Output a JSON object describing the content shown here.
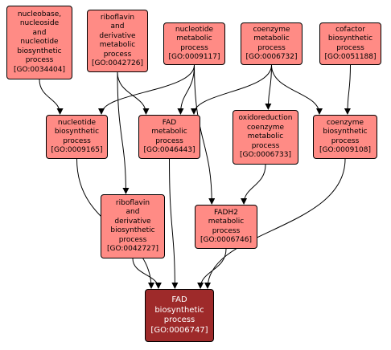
{
  "nodes": [
    {
      "key": "go0034404",
      "label": "nucleobase,\nnucleoside\nand\nnucleotide\nbiosynthetic\nprocess\n[GO:0034404]"
    },
    {
      "key": "go0042726",
      "label": "riboflavin\nand\nderivative\nmetabolic\nprocess\n[GO:0042726]"
    },
    {
      "key": "go0009117",
      "label": "nucleotide\nmetabolic\nprocess\n[GO:0009117]"
    },
    {
      "key": "go0006732",
      "label": "coenzyme\nmetabolic\nprocess\n[GO:0006732]"
    },
    {
      "key": "go0051188",
      "label": "cofactor\nbiosynthetic\nprocess\n[GO:0051188]"
    },
    {
      "key": "go0009165",
      "label": "nucleotide\nbiosynthetic\nprocess\n[GO:0009165]"
    },
    {
      "key": "go0046443",
      "label": "FAD\nmetabolic\nprocess\n[GO:0046443]"
    },
    {
      "key": "go0006733",
      "label": "oxidoreduction\ncoenzyme\nmetabolic\nprocess\n[GO:0006733]"
    },
    {
      "key": "go0009108",
      "label": "coenzyme\nbiosynthetic\nprocess\n[GO:0009108]"
    },
    {
      "key": "go0042727",
      "label": "riboflavin\nand\nderivative\nbiosynthetic\nprocess\n[GO:0042727]"
    },
    {
      "key": "go0006746",
      "label": "FADH2\nmetabolic\nprocess\n[GO:0006746]"
    },
    {
      "key": "go0006747",
      "label": "FAD\nbiosynthetic\nprocess\n[GO:0006747]",
      "highlight": true
    }
  ],
  "edges": [
    [
      "go0034404",
      "go0009165"
    ],
    [
      "go0042726",
      "go0046443"
    ],
    [
      "go0042726",
      "go0042727"
    ],
    [
      "go0009117",
      "go0009165"
    ],
    [
      "go0009117",
      "go0046443"
    ],
    [
      "go0009117",
      "go0006746"
    ],
    [
      "go0006732",
      "go0046443"
    ],
    [
      "go0006732",
      "go0006733"
    ],
    [
      "go0006732",
      "go0009108"
    ],
    [
      "go0051188",
      "go0009108"
    ],
    [
      "go0009165",
      "go0006747"
    ],
    [
      "go0046443",
      "go0006747"
    ],
    [
      "go0006733",
      "go0006746"
    ],
    [
      "go0009108",
      "go0006747"
    ],
    [
      "go0042727",
      "go0006747"
    ],
    [
      "go0006746",
      "go0006747"
    ]
  ],
  "colors": {
    "node_fill": "#ff8b85",
    "target_fill": "#9e2a2a",
    "target_text": "#ffffff",
    "edge": "#000000"
  }
}
